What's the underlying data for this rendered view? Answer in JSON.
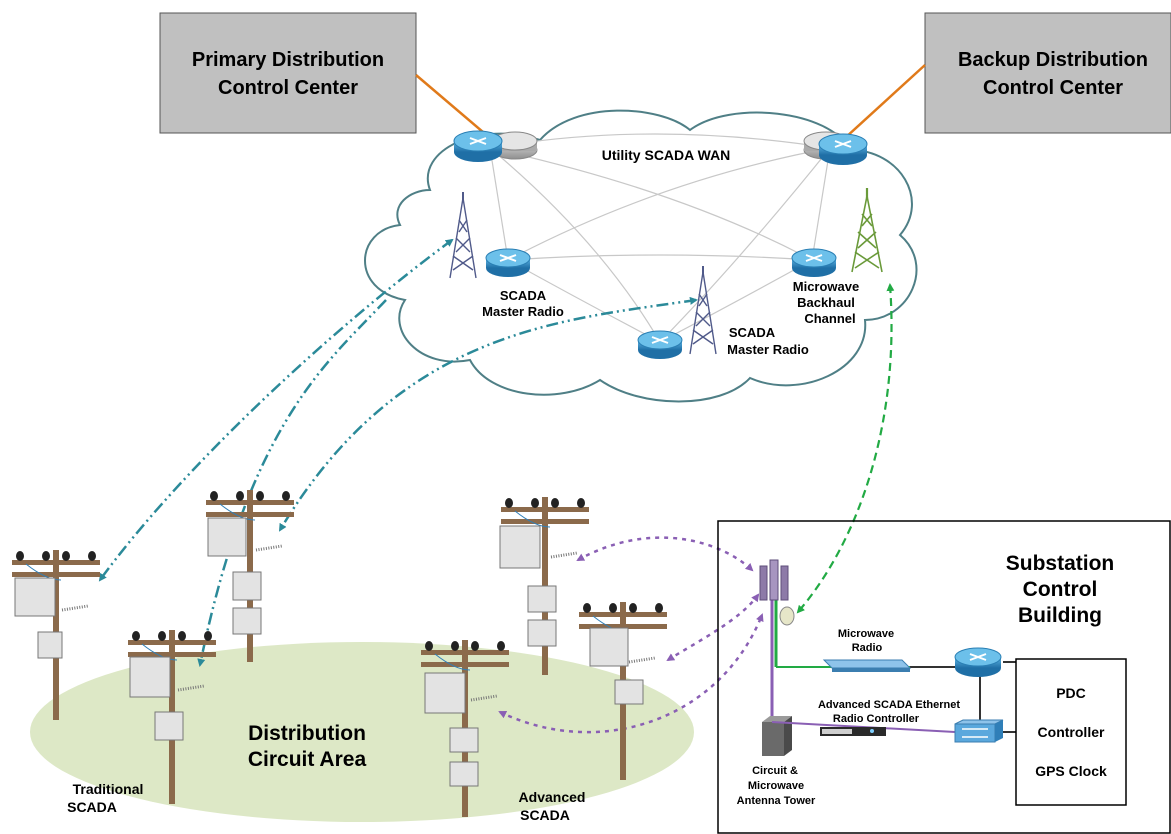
{
  "control_centers": {
    "primary": {
      "line1": "Primary Distribution",
      "line2": "Control Center"
    },
    "backup": {
      "line1": "Backup Distribution",
      "line2": "Control Center"
    }
  },
  "wan": {
    "label": "Utility SCADA WAN"
  },
  "radios": {
    "master_radio_1": {
      "line1": "SCADA",
      "line2": "Master Radio"
    },
    "master_radio_2": {
      "line1": "SCADA",
      "line2": "Master Radio"
    },
    "microwave_backhaul": {
      "line1": "Microwave",
      "line2": "Backhaul",
      "line3": "Channel"
    }
  },
  "distribution_area": {
    "line1": "Distribution",
    "line2": "Circuit Area"
  },
  "scada_types": {
    "traditional": {
      "line1": "Traditional",
      "line2": "SCADA"
    },
    "advanced": {
      "line1": "Advanced",
      "line2": "SCADA"
    }
  },
  "substation": {
    "title_line1": "Substation",
    "title_line2": "Control",
    "title_line3": "Building",
    "microwave_radio": {
      "line1": "Microwave",
      "line2": "Radio"
    },
    "ethernet_controller": {
      "line1": "Advanced SCADA Ethernet",
      "line2": "Radio Controller"
    },
    "tower": {
      "line1": "Circuit &",
      "line2": "Microwave",
      "line3": "Antenna Tower"
    },
    "equipment": [
      "PDC",
      "Controller",
      "GPS Clock"
    ]
  },
  "colors": {
    "control_center_fill": "#c0c0c0",
    "router_blue": "#2f8fc4",
    "cloud_fill": "#ffffff",
    "cloud_stroke": "#4f7f86",
    "traditional_link": "#2b8a99",
    "advanced_link": "#8a5fb4",
    "microwave_link": "#22aa44",
    "uplink": "#e07a1a",
    "area_fill": "#dde8c6",
    "pole": "#8b6a4b"
  }
}
